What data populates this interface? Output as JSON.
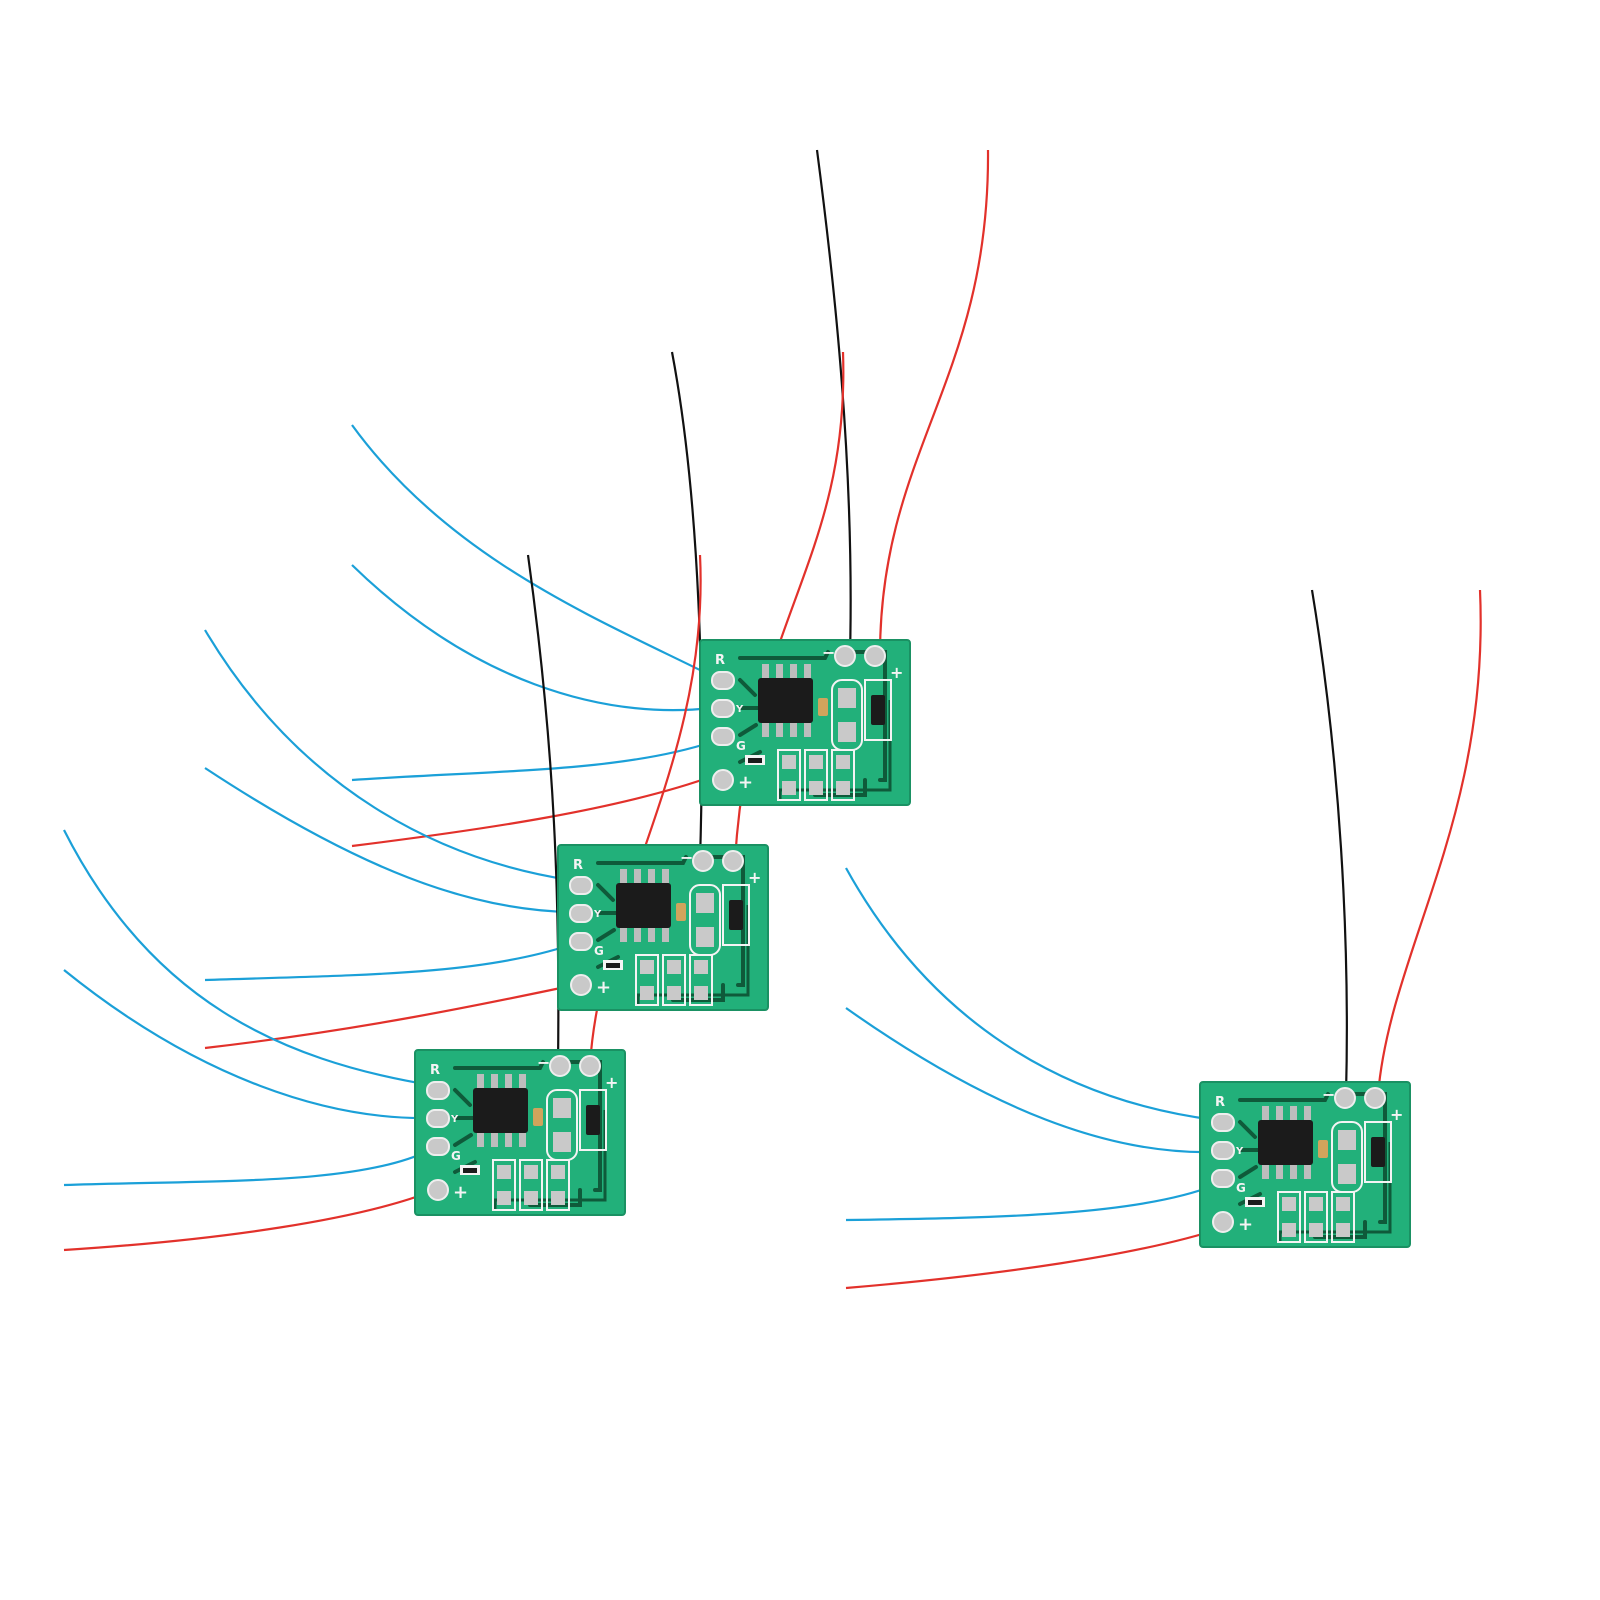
{
  "colors": {
    "background": "#ffffff",
    "board": "#22b07a",
    "board_edge": "#1a9163",
    "trace": "#0f5a3a",
    "silkscreen": "#f4f4f4",
    "pad": "#c9c9c9",
    "chip": "#1b1b1b",
    "wire_blue": "#1ba0d8",
    "wire_red": "#e2312b",
    "wire_black": "#111111"
  },
  "board_labels": {
    "red": "R",
    "yellow": "Y",
    "green": "G",
    "plus_left": "+",
    "minus": "−",
    "plus_right": "+"
  },
  "boards": [
    {
      "id": "board-1"
    },
    {
      "id": "board-2"
    },
    {
      "id": "board-3"
    },
    {
      "id": "board-4"
    }
  ]
}
